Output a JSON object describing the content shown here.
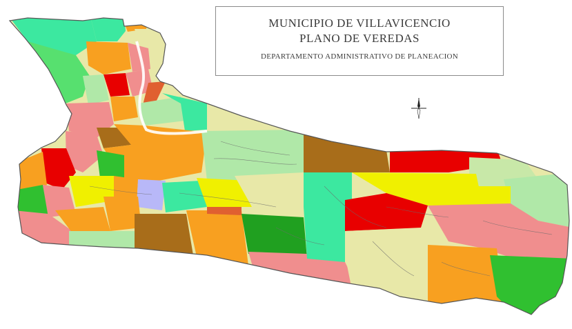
{
  "title": {
    "line1": "MUNICIPIO DE VILLAVICENCIO",
    "line2": "PLANO DE VEREDAS",
    "subtitle": "DEPARTAMENTO ADMINISTRATIVO DE PLANEACION"
  },
  "icons": {
    "compass": "north-arrow-icon"
  },
  "colors": {
    "border": "#555555",
    "roads": "#6b6b6b",
    "palette": [
      "#3ce8a0",
      "#57e06f",
      "#f08e8e",
      "#f8a020",
      "#f0f000",
      "#e80000",
      "#a86d1a",
      "#b0e8a8",
      "#e8e8a8",
      "#b8b8f8",
      "#30c030",
      "#20a020",
      "#a0a000",
      "#e06030",
      "#c8e8a8"
    ]
  }
}
